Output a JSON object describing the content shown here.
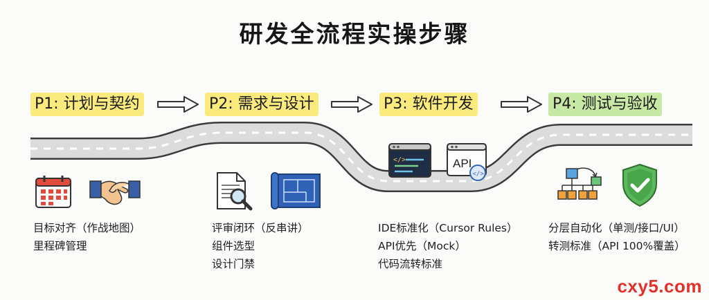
{
  "title": "研发全流程实操步骤",
  "phases": [
    {
      "label": "P1: 计划与契约",
      "color": "#fbeb7e"
    },
    {
      "label": "P2: 需求与设计",
      "color": "#fbeb7e"
    },
    {
      "label": "P3: 软件开发",
      "color": "#fbeb7e"
    },
    {
      "label": "P4: 测试与验收",
      "color": "#c8e8a6"
    }
  ],
  "blocks": [
    {
      "lines": [
        "目标对齐（作战地图）",
        "里程碑管理"
      ]
    },
    {
      "lines": [
        "评审闭环（反串讲）",
        "组件选型",
        "设计门禁"
      ]
    },
    {
      "lines": [
        "IDE标准化（Cursor Rules）",
        "API优先（Mock）",
        "代码流转标准"
      ]
    },
    {
      "lines": [
        "分层自动化（单测/接口/UI）",
        "转测标准（API 100%覆盖）"
      ]
    }
  ],
  "icons": {
    "calendar": "calendar-icon",
    "handshake": "handshake-icon",
    "document_search": "document-search-icon",
    "blueprint": "blueprint-icon",
    "code_window": "code-window-icon",
    "api_window": "api-window-icon",
    "api_label": "API",
    "code_label": "</>",
    "hierarchy": "hierarchy-icon",
    "shield_check": "shield-check-icon"
  },
  "watermark": "cxy5.com"
}
